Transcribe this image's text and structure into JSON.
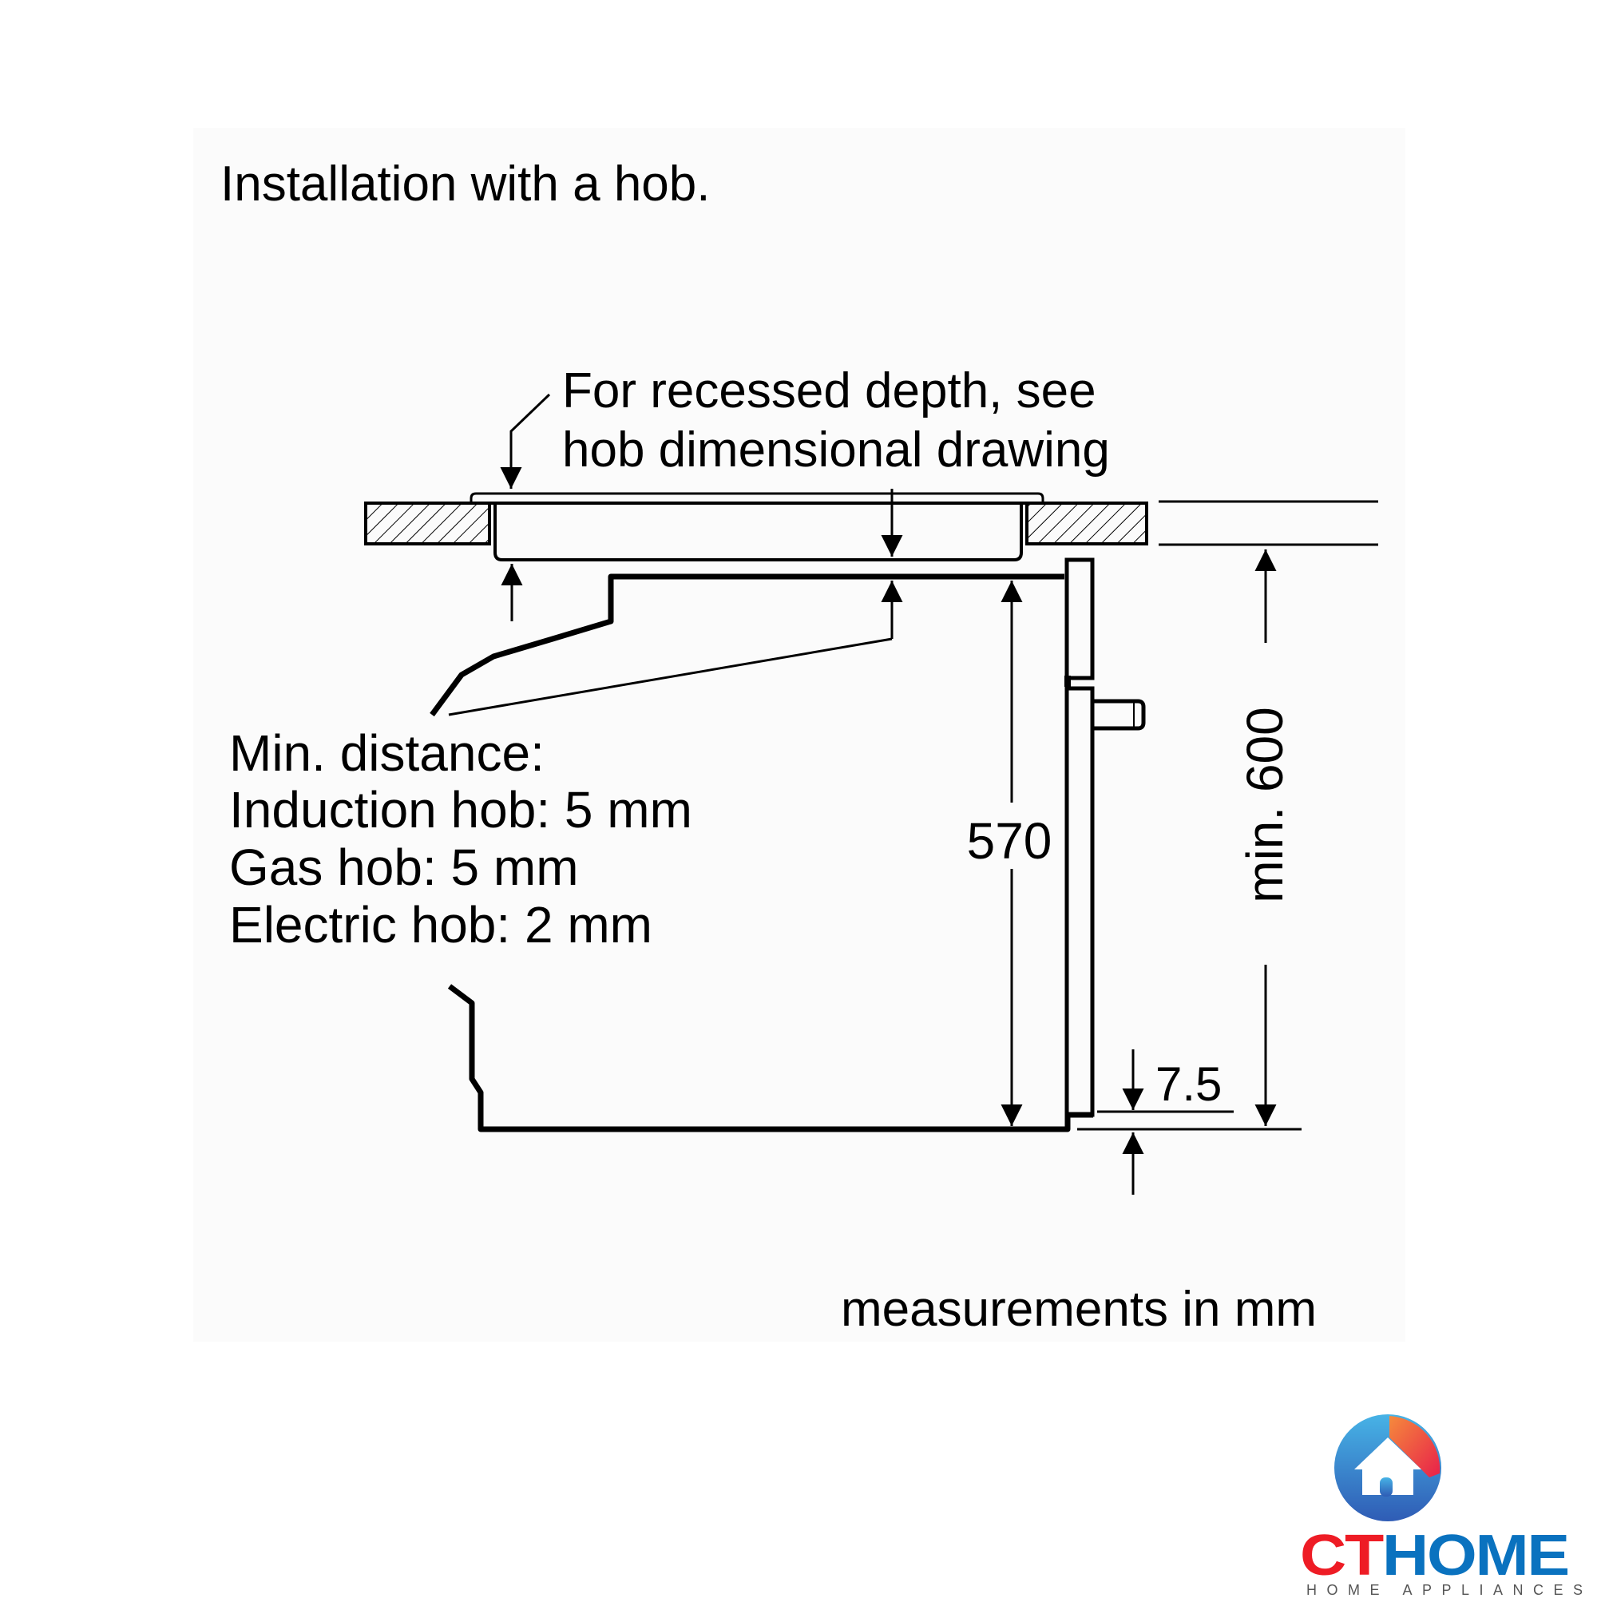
{
  "title": "Installation with a hob.",
  "callout_recess": {
    "line1": "For recessed depth, see",
    "line2": "hob dimensional drawing"
  },
  "min_distance": {
    "heading": "Min. distance:",
    "items": [
      {
        "label": "Induction hob: 5 mm"
      },
      {
        "label": "Gas hob: 5 mm"
      },
      {
        "label": "Electric hob: 2 mm"
      }
    ]
  },
  "dimensions": {
    "oven_height": "570",
    "niche_height": "min. 600",
    "bottom_offset": "7.5"
  },
  "units_note": "measurements in mm",
  "logo": {
    "brand_ct": "CT",
    "brand_home": "HOME",
    "tagline": "HOME APPLIANCES",
    "colors": {
      "red": "#ee1c25",
      "blue": "#0a72bf",
      "orange": "#f07b3f",
      "light_blue": "#3fa9e0"
    }
  }
}
